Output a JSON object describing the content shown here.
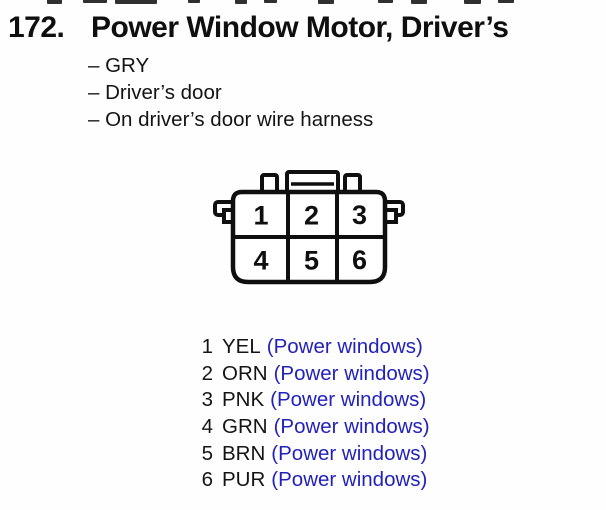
{
  "header": {
    "number": "172.",
    "title": "Power Window Motor, Driver’s"
  },
  "details": [
    "– GRY",
    "– Driver’s door",
    "– On driver’s door wire harness"
  ],
  "connector": {
    "rows": 2,
    "columns": 3,
    "pin_numbers": [
      "1",
      "2",
      "3",
      "4",
      "5",
      "6"
    ]
  },
  "pins": [
    {
      "pin": "1",
      "wire_color": "YEL",
      "circuit": "(Power windows)"
    },
    {
      "pin": "2",
      "wire_color": "ORN",
      "circuit": "(Power windows)"
    },
    {
      "pin": "3",
      "wire_color": "PNK",
      "circuit": "(Power windows)"
    },
    {
      "pin": "4",
      "wire_color": "GRN",
      "circuit": "(Power windows)"
    },
    {
      "pin": "5",
      "wire_color": "BRN",
      "circuit": "(Power windows)"
    },
    {
      "pin": "6",
      "wire_color": "PUR",
      "circuit": "(Power windows)"
    }
  ],
  "colors": {
    "ink": "#0f0f0f",
    "link_blue": "#2222bb",
    "background": "#fefefe"
  }
}
